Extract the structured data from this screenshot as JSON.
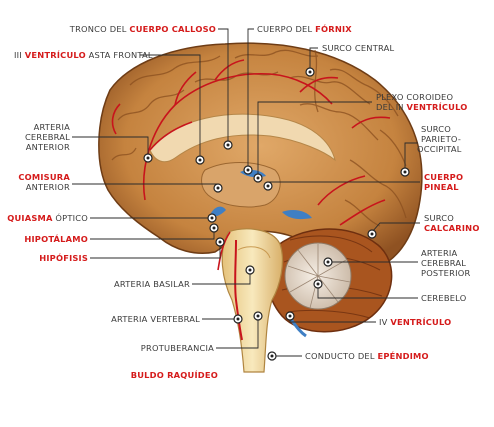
{
  "colors": {
    "label_text": "#3a3a3a",
    "highlight_text": "#d51b1b",
    "brain_tissue": "#c88a4a",
    "brain_dark": "#8a4f1f",
    "brainstem": "#f0d79a",
    "cerebellum_inner": "#ede2d4",
    "ventricle_blue": "#3f7fc4",
    "artery_red": "#c8141c"
  },
  "labels": {
    "tronco": {
      "pre": "TRONCO DEL ",
      "hi": "CUERPO CALLOSO",
      "post": ""
    },
    "cuerpo_fornix": {
      "pre": "CUERPO DEL ",
      "hi": "FÓRNIX",
      "post": ""
    },
    "iii_ventriculo": {
      "pre": "III ",
      "hi": "VENTRÍCULO",
      "post": " ASTA FRONTAL"
    },
    "surco_central": {
      "pre": "SURCO CENTRAL",
      "hi": "",
      "post": ""
    },
    "plexo_line1": {
      "pre": "PLEXO COROIDEO",
      "hi": "",
      "post": ""
    },
    "plexo_line2": {
      "pre": "DEL III ",
      "hi": "VENTRÍCULO",
      "post": ""
    },
    "arteria_cerebral_anterior": [
      "ARTERIA",
      "CEREBRAL",
      "ANTERIOR"
    ],
    "surco_parieto": [
      "SURCO",
      "PARIETO-",
      "OCCIPITAL"
    ],
    "comisura": {
      "line1": "COMISURA",
      "line2": "ANTERIOR"
    },
    "cuerpo_pineal": [
      "CUERPO",
      "PINEAL"
    ],
    "quiasma": {
      "pre": "",
      "hi": "QUIASMA",
      "post": " ÓPTICO"
    },
    "surco_calcarino": {
      "line1": "SURCO",
      "line2": "CALCARINO"
    },
    "hipotalamo": "HIPOTÁLAMO",
    "arteria_cerebral_posterior": [
      "ARTERIA",
      "CEREBRAL",
      "POSTERIOR"
    ],
    "hipofisis": "HIPÓFISIS",
    "arteria_basilar": "ARTERIA BASILAR",
    "cerebelo": "CEREBELO",
    "arteria_vertebral": "ARTERIA VERTEBRAL",
    "iv_ventriculo": {
      "pre": "IV ",
      "hi": "VENTRÍCULO",
      "post": ""
    },
    "protuberancia": "PROTUBERANCIA",
    "conducto": {
      "pre": "CONDUCTO DEL ",
      "hi": "EPÉNDIMO",
      "post": ""
    },
    "bulbo": "BULDO RAQUÍDEO"
  }
}
